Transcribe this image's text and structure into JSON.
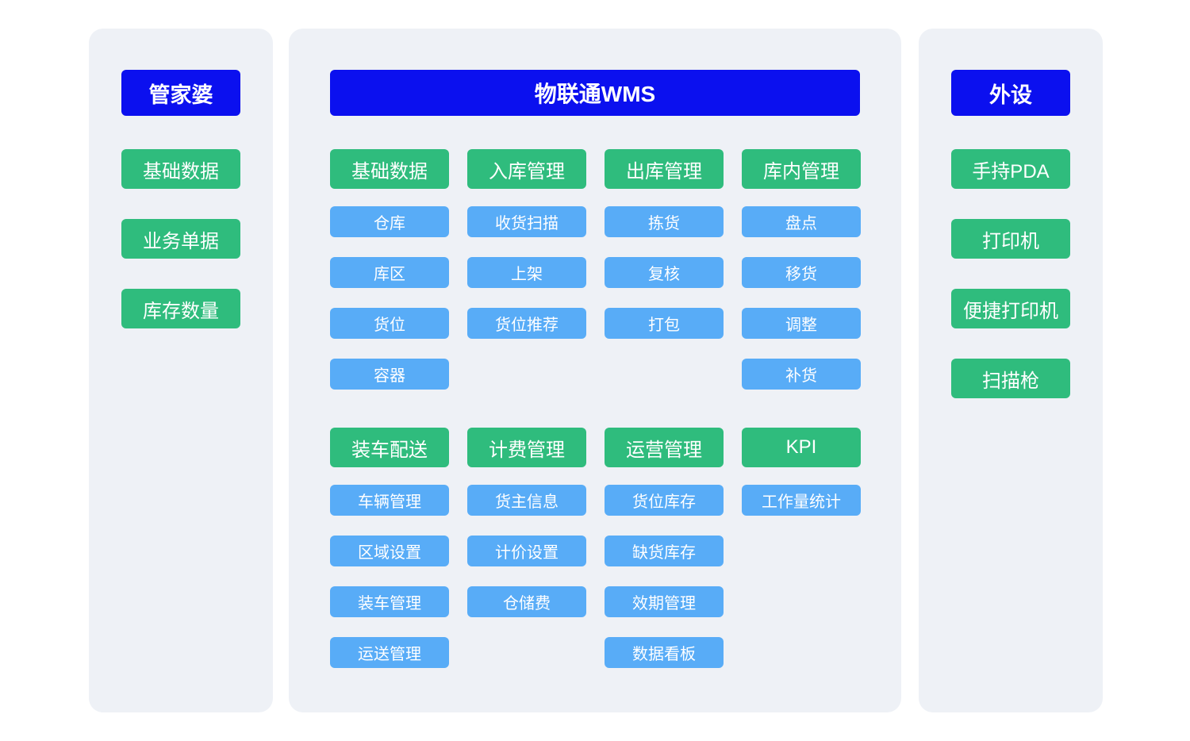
{
  "left_panel": {
    "header": "管家婆",
    "items": [
      "基础数据",
      "业务单据",
      "库存数量"
    ]
  },
  "center_panel": {
    "header": "物联通WMS",
    "sections": [
      {
        "columns": [
          {
            "header": "基础数据",
            "items": [
              "仓库",
              "库区",
              "货位",
              "容器"
            ]
          },
          {
            "header": "入库管理",
            "items": [
              "收货扫描",
              "上架",
              "货位推荐"
            ]
          },
          {
            "header": "出库管理",
            "items": [
              "拣货",
              "复核",
              "打包"
            ]
          },
          {
            "header": "库内管理",
            "items": [
              "盘点",
              "移货",
              "调整",
              "补货"
            ]
          }
        ]
      },
      {
        "columns": [
          {
            "header": "装车配送",
            "items": [
              "车辆管理",
              "区域设置",
              "装车管理",
              "运送管理"
            ]
          },
          {
            "header": "计费管理",
            "items": [
              "货主信息",
              "计价设置",
              "仓储费"
            ]
          },
          {
            "header": "运营管理",
            "items": [
              "货位库存",
              "缺货库存",
              "效期管理",
              "数据看板"
            ]
          },
          {
            "header": "KPI",
            "items": [
              "工作量统计"
            ]
          }
        ]
      }
    ]
  },
  "right_panel": {
    "header": "外设",
    "items": [
      "手持PDA",
      "打印机",
      "便捷打印机",
      "扫描枪"
    ]
  },
  "colors": {
    "header_blue": "#0b10ef",
    "category_green": "#2fbc7d",
    "item_blue": "#58acf7",
    "panel_background": "#eef1f6",
    "text": "#ffffff"
  }
}
